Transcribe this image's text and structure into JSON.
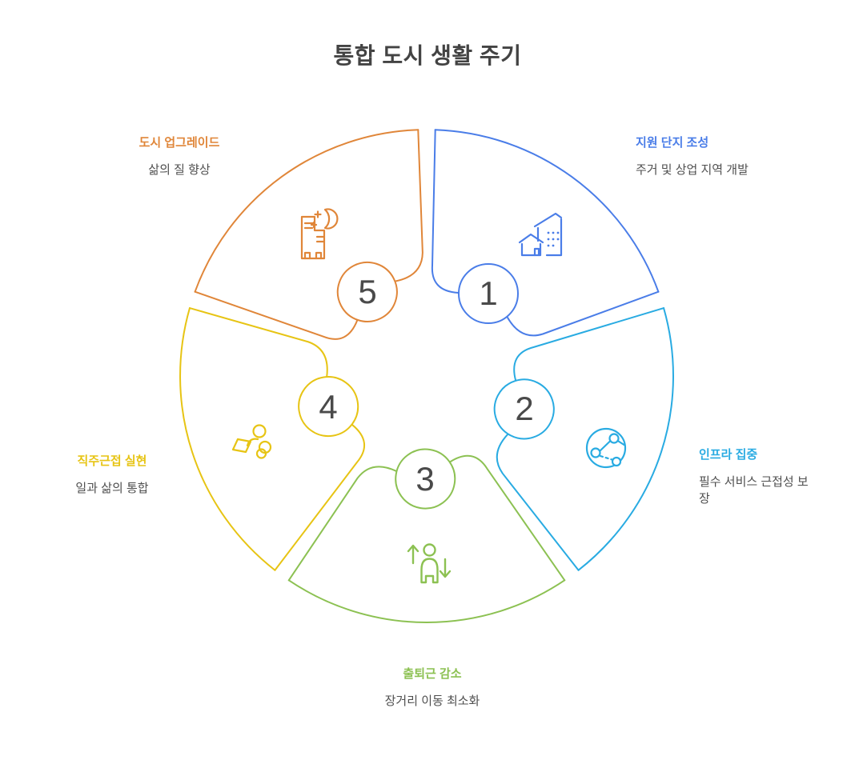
{
  "title": "통합 도시 생활 주기",
  "diagram": {
    "type": "cycle",
    "steps": [
      {
        "number": "1",
        "label": "지원 단지 조성",
        "description": "주거 및 상업 지역 개발",
        "color": "#4A7DE8",
        "icon": "buildings-icon"
      },
      {
        "number": "2",
        "label": "인프라 집중",
        "description": "필수 서비스 근접성 보장",
        "color": "#29ABE2",
        "icon": "network-globe-icon"
      },
      {
        "number": "3",
        "label": "출퇴근 감소",
        "description": "장거리 이동 최소화",
        "color": "#8CC152",
        "icon": "commute-person-icon"
      },
      {
        "number": "4",
        "label": "직주근접 실현",
        "description": "일과 삶의 통합",
        "color": "#E7C414",
        "icon": "person-laptop-icon"
      },
      {
        "number": "5",
        "label": "도시 업그레이드",
        "description": "삶의 질 향상",
        "color": "#E08639",
        "icon": "city-night-icon"
      }
    ]
  }
}
